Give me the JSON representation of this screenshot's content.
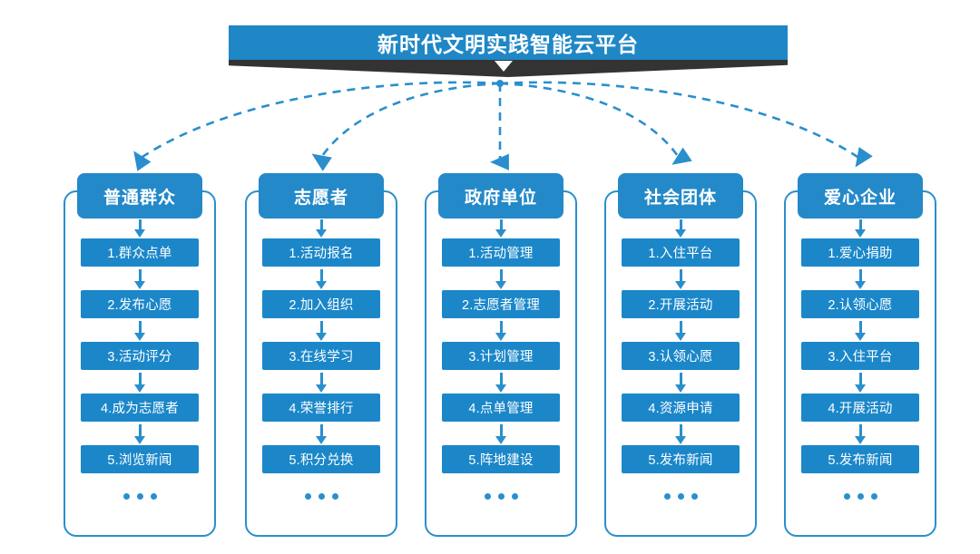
{
  "title": {
    "text": "新时代文明实践智能云平台"
  },
  "colors": {
    "title_bar": "#1f87c6",
    "title_shadow": "#333333",
    "header_box": "#2489c8",
    "item_box": "#1b87c9",
    "frame_border": "#2a8fcc",
    "connector": "#2a8fcc",
    "text_on_blue": "#ffffff",
    "background": "#ffffff"
  },
  "ellipsis": "...",
  "columns": [
    {
      "header": "普通群众",
      "items": [
        "1.群众点单",
        "2.发布心愿",
        "3.活动评分",
        "4.成为志愿者",
        "5.浏览新闻"
      ]
    },
    {
      "header": "志愿者",
      "items": [
        "1.活动报名",
        "2.加入组织",
        "3.在线学习",
        "4.荣誉排行",
        "5.积分兑换"
      ]
    },
    {
      "header": "政府单位",
      "items": [
        "1.活动管理",
        "2.志愿者管理",
        "3.计划管理",
        "4.点单管理",
        "5.阵地建设"
      ]
    },
    {
      "header": "社会团体",
      "items": [
        "1.入住平台",
        "2.开展活动",
        "3.认领心愿",
        "4.资源申请",
        "5.发布新闻"
      ]
    },
    {
      "header": "爱心企业",
      "items": [
        "1.爱心捐助",
        "2.认领心愿",
        "3.入住平台",
        "4.开展活动",
        "5.发布新闻"
      ]
    }
  ]
}
